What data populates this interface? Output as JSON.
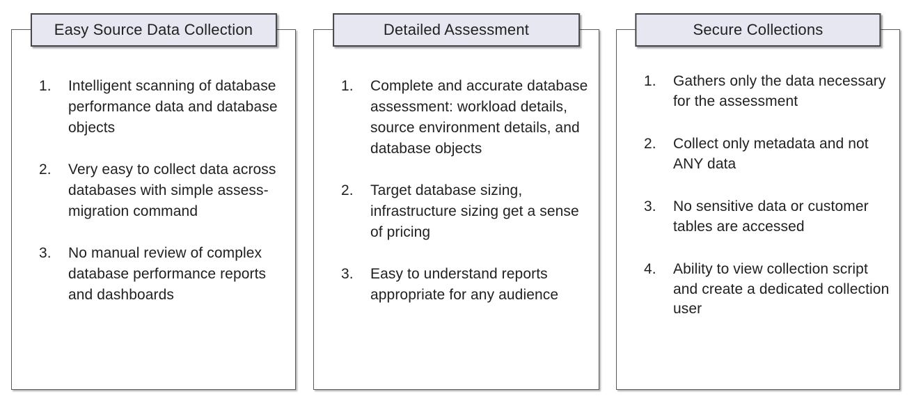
{
  "colors": {
    "title_box_background": "#E7E7F1",
    "title_box_border": "#454549",
    "panel_border": "#595959",
    "panel_background": "#ffffff",
    "text": "#212121"
  },
  "panels": [
    {
      "title": "Easy Source Data Collection",
      "items": [
        {
          "num": "1.",
          "text": "Intelligent scanning of database performance data and database objects"
        },
        {
          "num": "2.",
          "text": "Very easy to collect data across databases with simple assess-migration command"
        },
        {
          "num": "3.",
          "text": "No manual review of complex database performance reports and dashboards"
        }
      ]
    },
    {
      "title": "Detailed Assessment",
      "items": [
        {
          "num": "1.",
          "text": "Complete and accurate database assessment: workload details, source environment details, and database objects"
        },
        {
          "num": "2.",
          "text": "Target database sizing, infrastructure sizing get a sense of pricing"
        },
        {
          "num": "3.",
          "text": "Easy to understand reports appropriate for any audience"
        }
      ]
    },
    {
      "title": "Secure Collections",
      "items": [
        {
          "num": "1.",
          "text": "Gathers only the data necessary for the assessment"
        },
        {
          "num": "2.",
          "text": "Collect only metadata and not ANY data"
        },
        {
          "num": "3.",
          "text": "No sensitive data or customer tables are accessed"
        },
        {
          "num": "4.",
          "text": "Ability to view collection script and create a dedicated collection user"
        }
      ]
    }
  ]
}
